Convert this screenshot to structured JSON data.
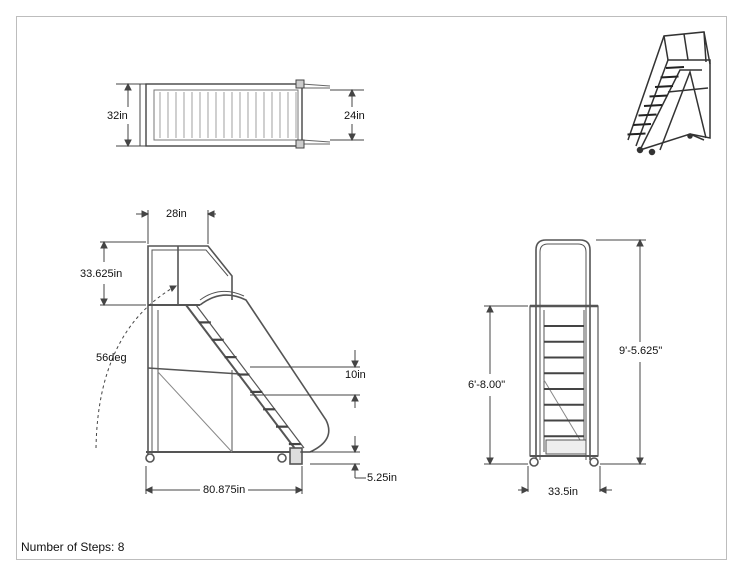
{
  "footer": {
    "steps_label": "Number of Steps:",
    "steps_value": "8"
  },
  "dimensions": {
    "top_width": "32in",
    "top_depth": "24in",
    "platform_depth": "28in",
    "handrail_height": "33.625in",
    "incline_angle": "56deg",
    "step_spacing": "10in",
    "base_length": "80.875in",
    "caster_offset": "5.25in",
    "platform_height": "6'-8.00\"",
    "overall_height": "9'-5.625\"",
    "base_width": "33.5in"
  }
}
